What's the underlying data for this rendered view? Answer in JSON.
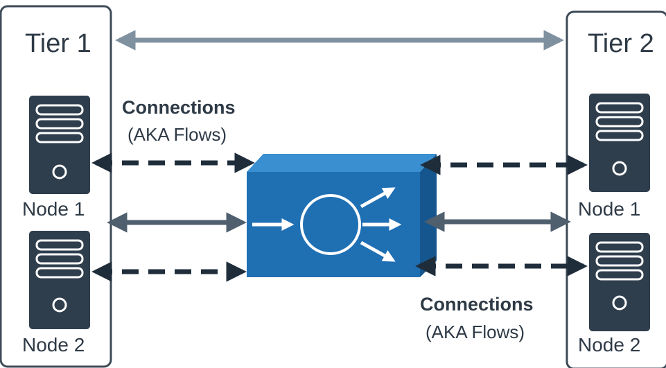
{
  "tiers": [
    {
      "title": "Tier 1",
      "nodes": [
        "Node 1",
        "Node 2"
      ]
    },
    {
      "title": "Tier 2",
      "nodes": [
        "Node 1",
        "Node 2"
      ]
    }
  ],
  "connections_top": {
    "title": "Connections",
    "subtitle": "(AKA Flows)"
  },
  "connections_bottom": {
    "title": "Connections",
    "subtitle": "(AKA Flows)"
  },
  "colors": {
    "tier_border": "#3d4a57",
    "server": "#2f3e4d",
    "arrow_solid": "#4f5f6e",
    "arrow_top": "#7f909f",
    "dashed": "#1f2d3b",
    "box_front": "#1f6fb3",
    "box_top": "#3a8fd0",
    "box_side": "#15568f"
  }
}
